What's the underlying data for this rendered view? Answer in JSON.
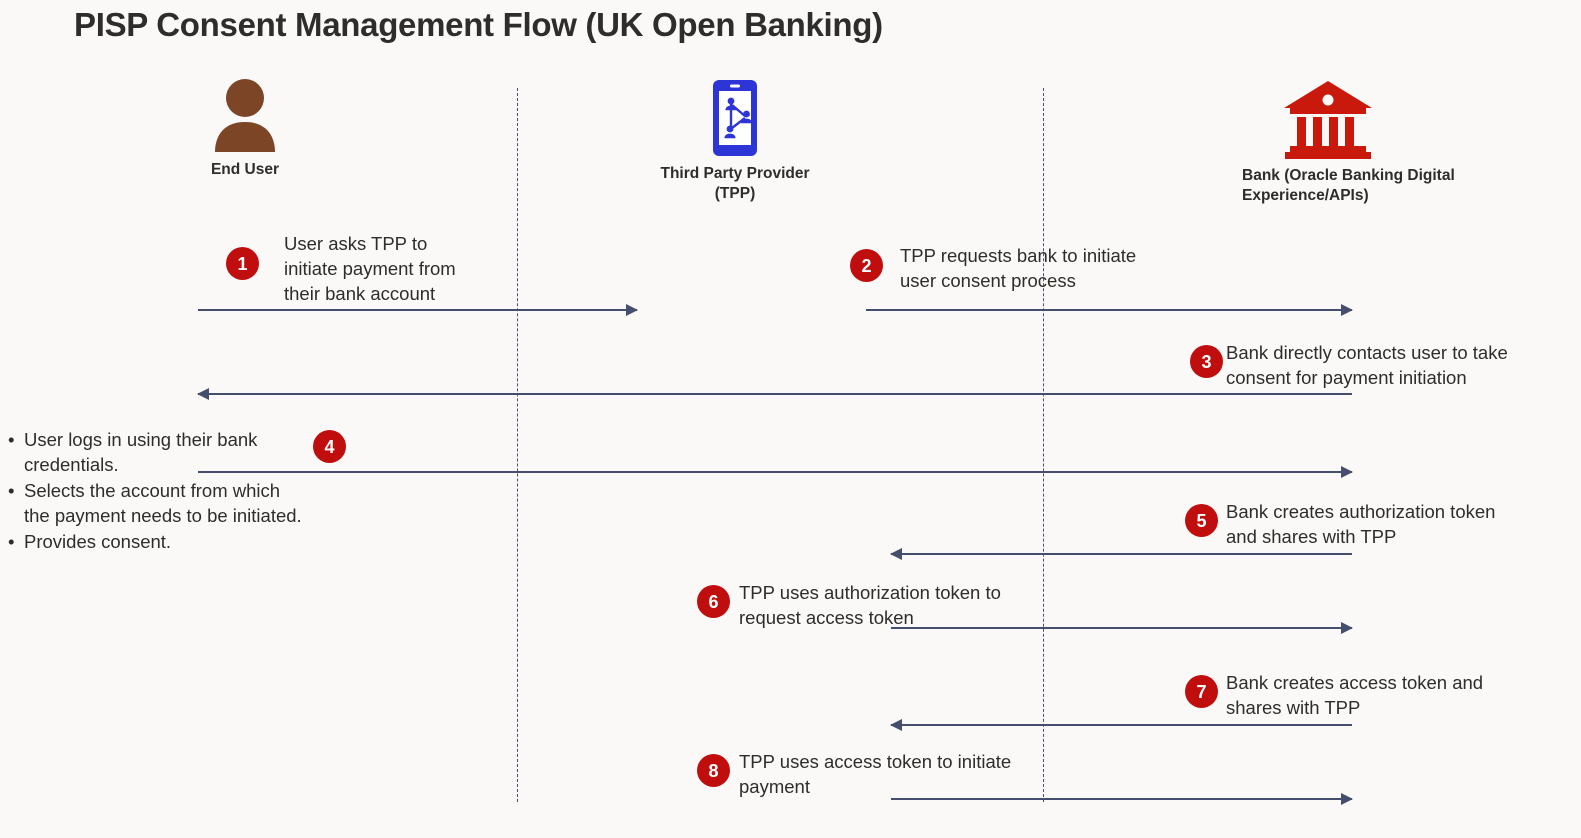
{
  "title": "PISP Consent Management Flow (UK Open Banking)",
  "colors": {
    "background": "#faf9f7",
    "text": "#2f2d2b",
    "badge": "#c00d0d",
    "badge_text": "#ffffff",
    "arrow": "#464e6e",
    "lifeline": "#4a5070",
    "user_icon": "#7b4526",
    "tpp_icon": "#2d35d6",
    "bank_icon": "#c8190c"
  },
  "actors": [
    {
      "id": "end-user",
      "label": "End User",
      "icon": "user-icon"
    },
    {
      "id": "tpp",
      "label": "Third Party\nProvider (TPP)",
      "icon": "smartphone-network-icon"
    },
    {
      "id": "bank",
      "label": "Bank (Oracle Banking Digital\nExperience/APIs)",
      "icon": "bank-building-icon"
    }
  ],
  "steps": [
    {
      "number": "1",
      "text": "User asks TPP to\ninitiate payment from\ntheir bank account",
      "direction": "right",
      "from": "end-user",
      "to": "tpp"
    },
    {
      "number": "2",
      "text": "TPP requests bank to initiate\nuser consent process",
      "direction": "right",
      "from": "tpp",
      "to": "bank"
    },
    {
      "number": "3",
      "text": "Bank directly contacts user to take\nconsent for payment initiation",
      "direction": "left",
      "from": "bank",
      "to": "end-user"
    },
    {
      "number": "4",
      "text": "",
      "direction": "right",
      "from": "end-user",
      "to": "bank",
      "bullets": [
        "User logs in using their bank\ncredentials.",
        "Selects the account from which\nthe payment needs to be initiated.",
        "Provides consent."
      ]
    },
    {
      "number": "5",
      "text": "Bank creates authorization token\nand shares with TPP",
      "direction": "left",
      "from": "bank",
      "to": "tpp"
    },
    {
      "number": "6",
      "text": "TPP uses authorization token to\nrequest access token",
      "direction": "right",
      "from": "tpp",
      "to": "bank"
    },
    {
      "number": "7",
      "text": "Bank creates access token and\nshares with TPP",
      "direction": "left",
      "from": "bank",
      "to": "tpp"
    },
    {
      "number": "8",
      "text": "TPP uses access token to initiate\npayment",
      "direction": "right",
      "from": "tpp",
      "to": "bank"
    }
  ]
}
